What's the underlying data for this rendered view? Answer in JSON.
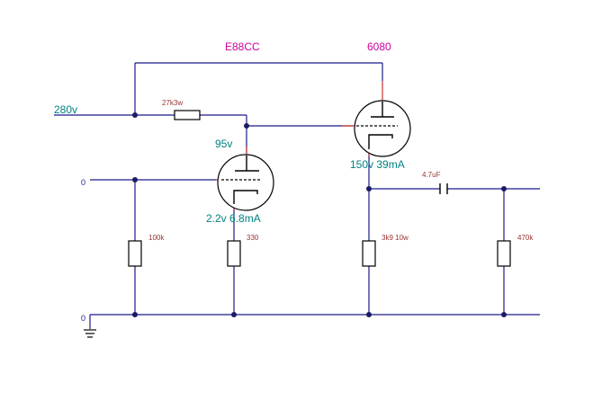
{
  "tubes": {
    "first": {
      "type": "E88CC",
      "anode_voltage": "95v",
      "cathode_bias": "2.2v 6.8mA"
    },
    "second": {
      "type": "6080",
      "operating_point": "150v 39mA"
    }
  },
  "supply": {
    "label": "280v"
  },
  "nodes": {
    "input": "0",
    "ground": "0"
  },
  "components": {
    "anode_resistor": "27k3w",
    "grid_resistor": "100k",
    "cathode_resistor": "330",
    "load_resistor": "3k9 10w",
    "coupling_cap": "4.7uF",
    "output_resistor": "470k"
  },
  "colors": {
    "wire": "#1a1a8c",
    "tube_label": "#cc0099",
    "voltage_label": "#008080",
    "component_label": "#993333"
  }
}
